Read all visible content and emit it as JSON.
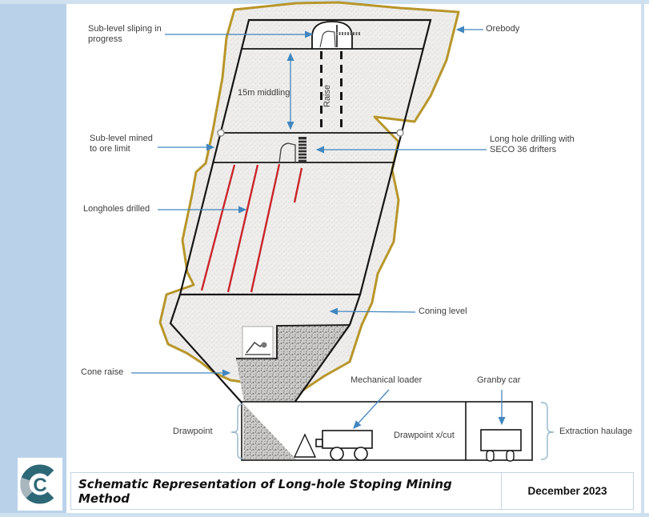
{
  "diagram": {
    "labels": {
      "sublevel_sliping": "Sub-level sliping in\nprogress",
      "orebody": "Orebody",
      "middling": "15m middling",
      "raise": "Raise",
      "sublevel_mined": "Sub-level mined\nto ore limit",
      "longhole_drilling": "Long hole drilling with\nSECO 36 drifters",
      "longholes_drilled": "Longholes drilled",
      "coning_level": "Coning level",
      "cone_raise": "Cone raise",
      "mechanical_loader": "Mechanical loader",
      "granby_car": "Granby car",
      "drawpoint": "Drawpoint",
      "drawpoint_xcut": "Drawpoint x/cut",
      "extraction_haulage": "Extraction haulage"
    },
    "icons": {
      "top_rig": "drill-rig-icon",
      "sublevel_rig": "drill-jumbo-icon",
      "cone_raise_rig": "loader-icon",
      "logo": "company-c-logo"
    },
    "colors": {
      "orebody_outline": "#b8962a",
      "longhole_red": "#c9252b",
      "annotation_arrow": "#4186c0",
      "outline_black": "#151515",
      "frame_blue": "#b9d2ea",
      "logo_teal": "#2d6877"
    }
  },
  "footer": {
    "title": "Schematic Representation of Long-hole Stoping Mining Method",
    "date": "December 2023"
  }
}
